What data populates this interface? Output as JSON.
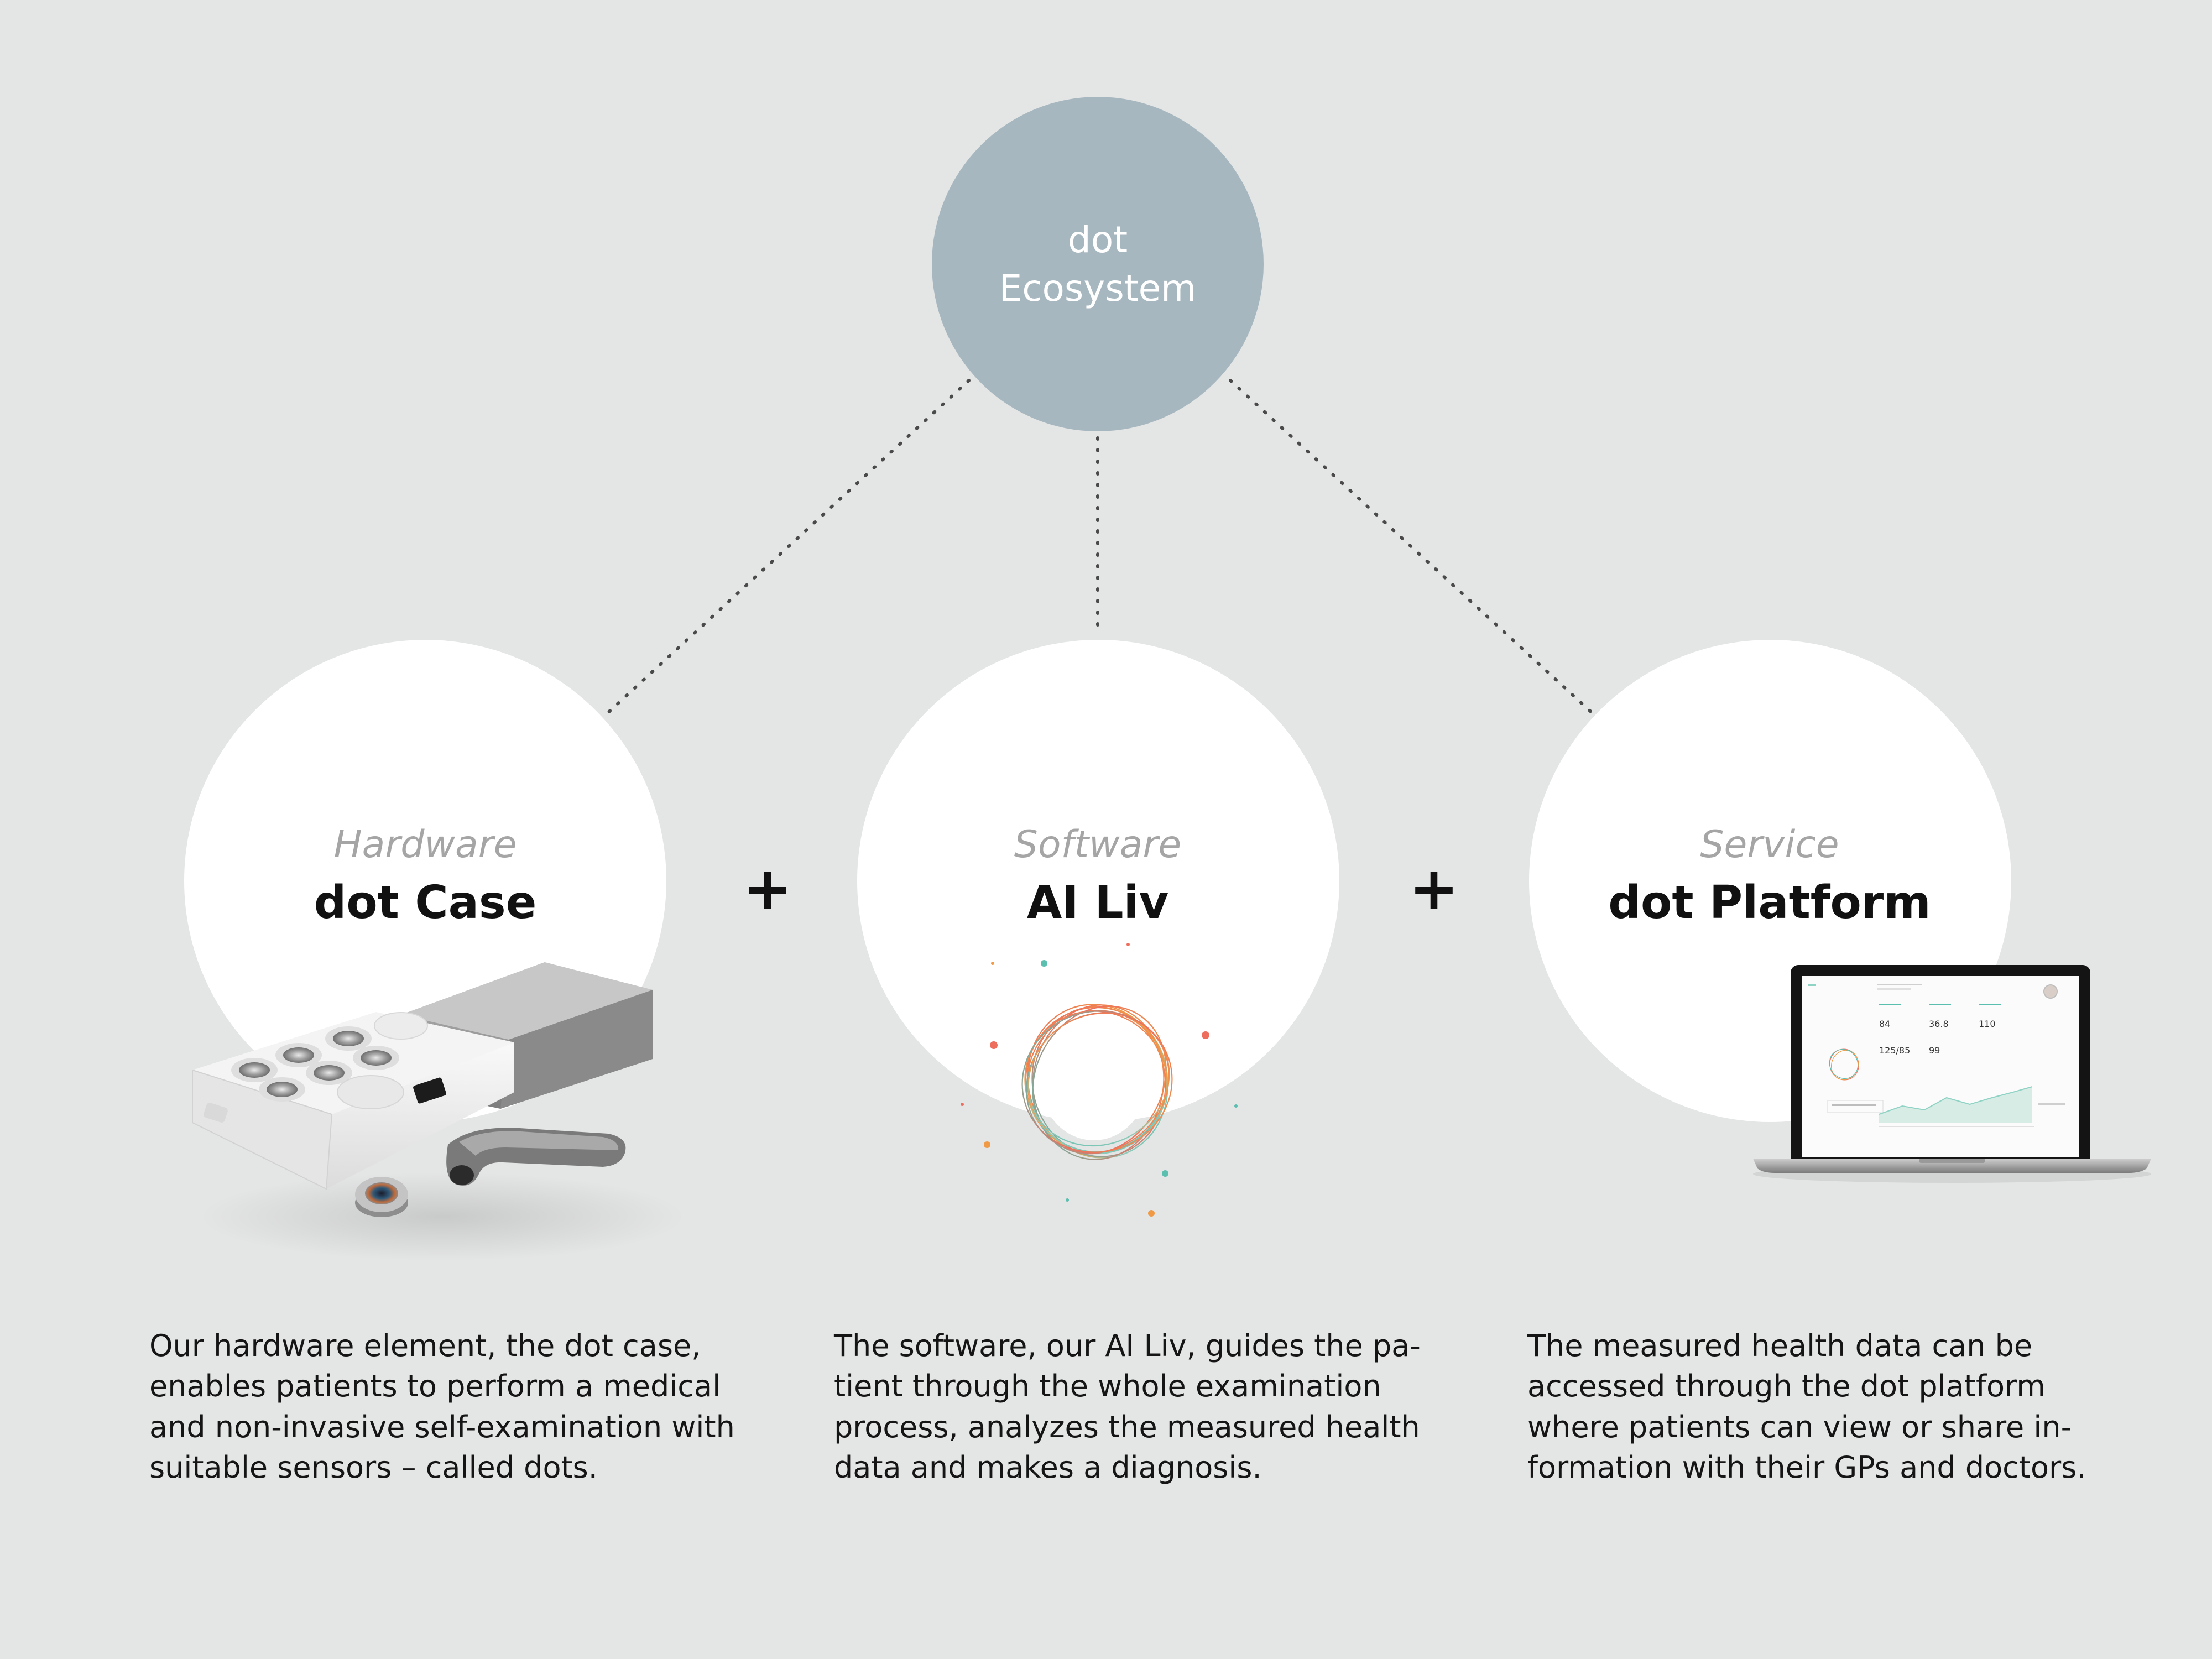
{
  "hub": {
    "line1": "dot",
    "line2": "Ecosystem",
    "color": "#a7b7c0"
  },
  "pillars": [
    {
      "category": "Hardware",
      "title": "dot Case",
      "description_lines": [
        "Our hardware element, the dot case,",
        "enables patients to perform a medical",
        "and non-invasive self-examination with",
        "suitable sensors – called dots."
      ],
      "image_icon": "dot-case-device-icon"
    },
    {
      "category": "Software",
      "title": "AI Liv",
      "description_lines": [
        "The software, our AI Liv, guides the pa-",
        "tient through the whole examination",
        "process, analyzes the measured health",
        "data and makes a diagnosis."
      ],
      "image_icon": "ai-liv-orb-icon"
    },
    {
      "category": "Service",
      "title": "dot Platform",
      "description_lines": [
        "The measured health data can be",
        "accessed through the dot platform",
        "where patients can view or share in-",
        "formation with their GPs and doctors."
      ],
      "image_icon": "laptop-dashboard-icon"
    }
  ],
  "connector": "+",
  "laptop_screen": {
    "values": [
      "84",
      "36.8",
      "110",
      "125/85",
      "99"
    ]
  },
  "colors": {
    "background": "#e4e5e5",
    "circle": "#ffffff",
    "category_text": "#a5a5a5",
    "orb_teal": "#5bbfb0",
    "orb_coral": "#ee6e5e",
    "orb_orange": "#f09a45"
  }
}
